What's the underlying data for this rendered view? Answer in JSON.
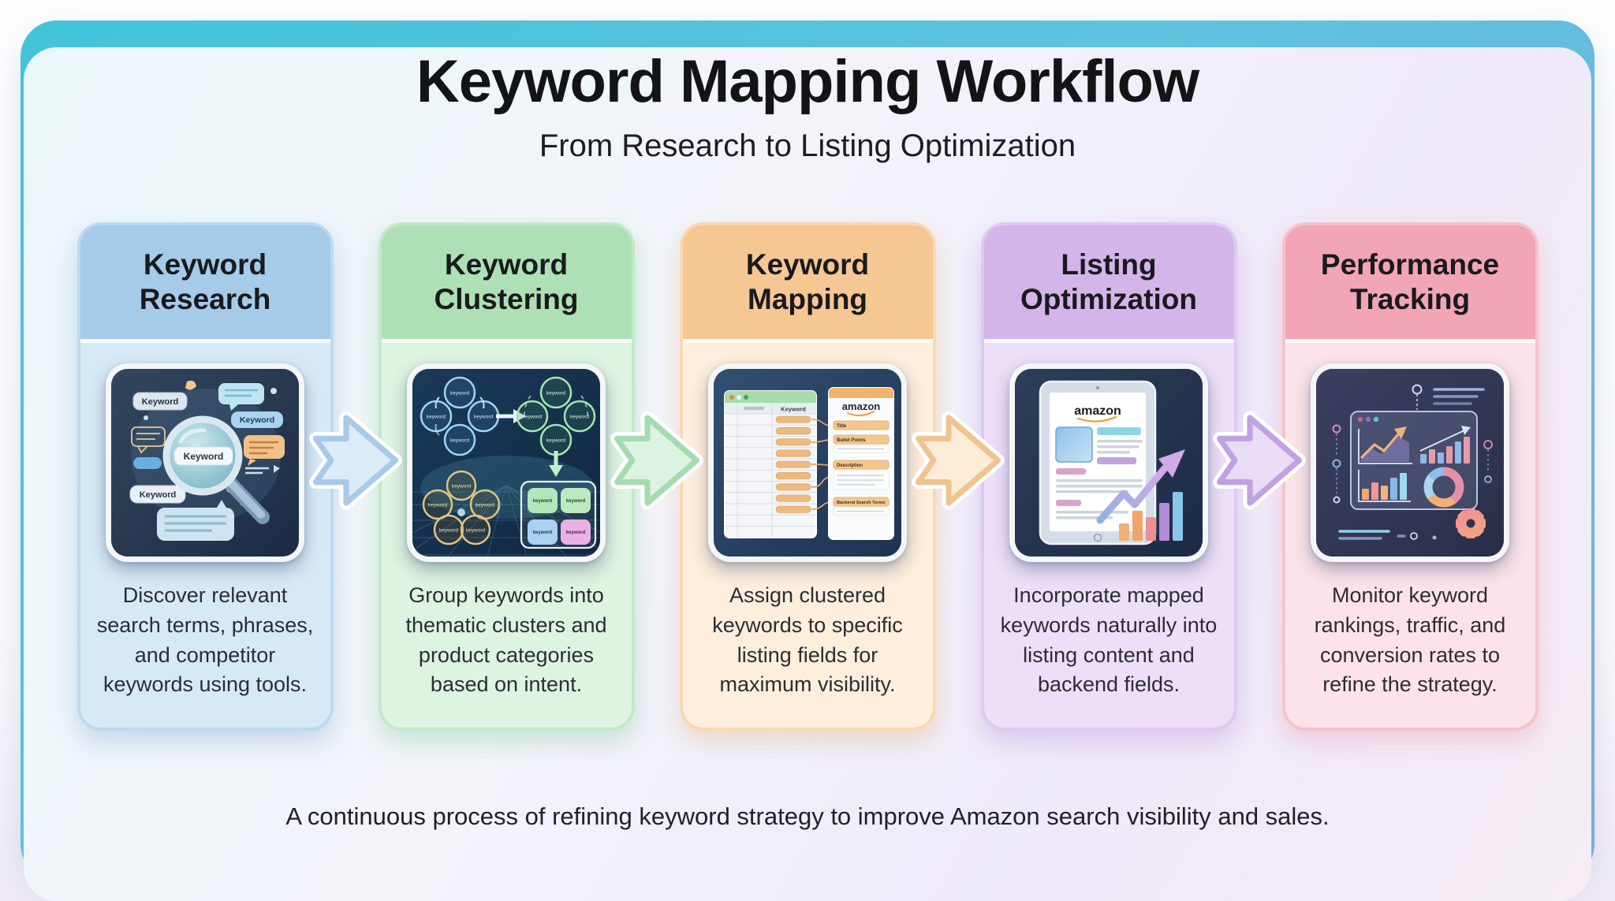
{
  "page": {
    "title": "Keyword Mapping Workflow",
    "subtitle": "From Research to Listing Optimization"
  },
  "footer": {
    "text": "A continuous process of refining keyword strategy to improve Amazon search visibility and sales."
  },
  "steps": [
    {
      "title": "Keyword Research",
      "description": "Discover relevant search terms, phrases, and competitor keywords using tools.",
      "colors": {
        "header": "#a5cbe9",
        "body": "#d8e9f6",
        "edge": "#bdd9ef",
        "shadow": "rgba(110,150,200,0.32)"
      },
      "labels": {
        "bubble_top": "Keyword",
        "bubble_right": "Keyword",
        "bubble_bottom": "Keyword",
        "lens": "Keyword"
      }
    },
    {
      "title": "Keyword Clustering",
      "description": "Group keywords into thematic clusters and product categories based on intent.",
      "colors": {
        "header": "#aee0b6",
        "body": "#def3e0",
        "edge": "#c3e8c9",
        "shadow": "rgba(110,185,130,0.30)"
      },
      "labels": {
        "circle": "keyword",
        "cell_1": "keyword",
        "cell_2": "keyword",
        "cell_3": "keyword",
        "cell_4": "keyword"
      }
    },
    {
      "title": "Keyword Mapping",
      "description": "Assign clustered keywords to specific listing fields for maximum visibility.",
      "colors": {
        "header": "#f6c693",
        "body": "#fdeedd",
        "edge": "#f8d9b4",
        "shadow": "rgba(230,170,100,0.32)"
      },
      "labels": {
        "column": "Keyword",
        "logo": "amazon",
        "field_1": "Title",
        "field_2": "Bullet Points",
        "field_3": "Description",
        "field_4": "Backend Search Terms"
      }
    },
    {
      "title": "Listing Optimization",
      "description": "Incorporate mapped keywords naturally into listing content and backend fields.",
      "colors": {
        "header": "#d4b5ea",
        "body": "#ecdff7",
        "edge": "#e0c9f0",
        "shadow": "rgba(170,130,215,0.32)"
      },
      "labels": {
        "logo": "amazon"
      }
    },
    {
      "title": "Performance Tracking",
      "description": "Monitor keyword rankings, traffic, and conversion rates to refine the strategy.",
      "colors": {
        "header": "#f1a5b5",
        "body": "#fbe3e9",
        "edge": "#f5c3cd",
        "shadow": "rgba(235,140,165,0.32)"
      },
      "labels": {}
    }
  ],
  "arrows": [
    {
      "stroke": "#a9c9e8",
      "fill": "#dcebf8"
    },
    {
      "stroke": "#a3dcb0",
      "fill": "#ddf3e2"
    },
    {
      "stroke": "#f0c48e",
      "fill": "#fdecd6"
    },
    {
      "stroke": "#c0a2e2",
      "fill": "#e8dcf6"
    }
  ]
}
